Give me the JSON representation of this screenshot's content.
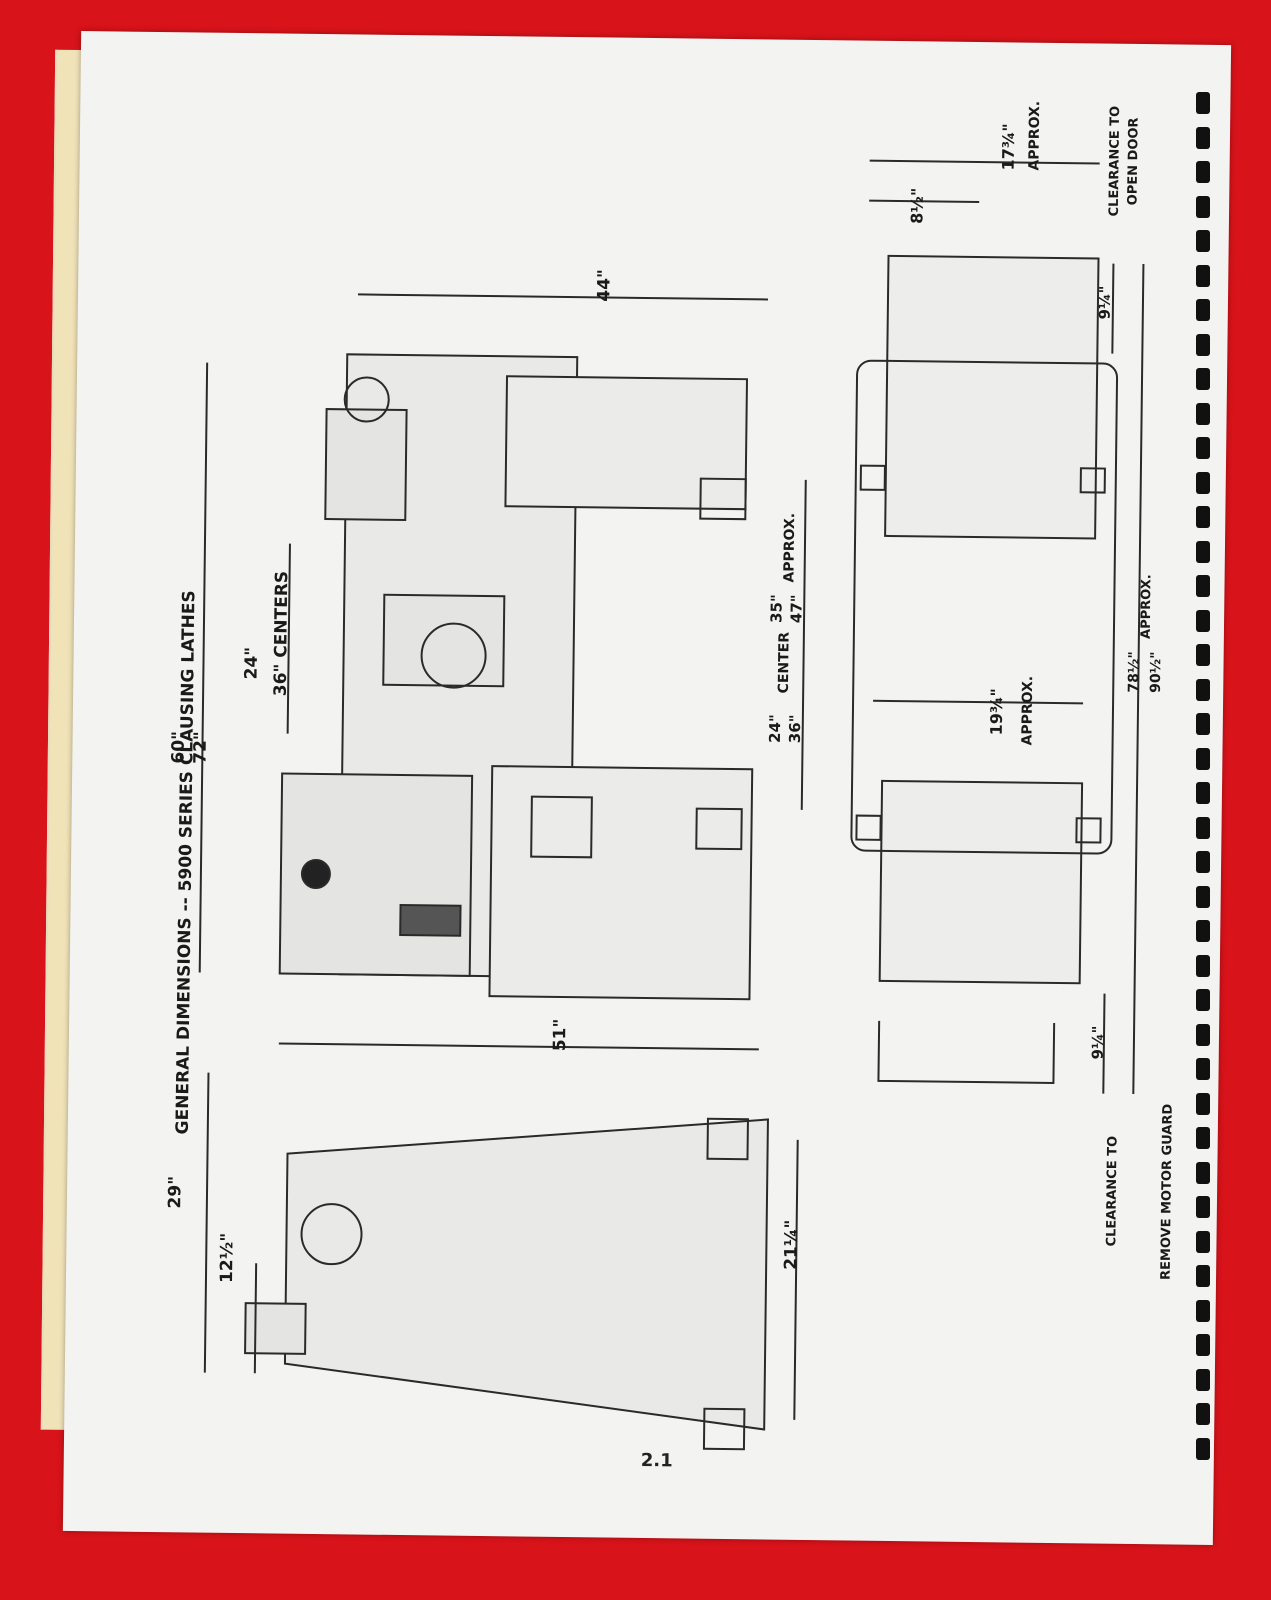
{
  "title": "GENERAL DIMENSIONS -- 5900 SERIES CLAUSING LATHES",
  "side_view": {
    "length": "44\"",
    "height_a": "60\"",
    "height_b": "72\"",
    "centers_a": "24\"",
    "centers_b": "36\" CENTERS",
    "base": "51\""
  },
  "end_view": {
    "height": "29\"",
    "spindle_height": "12½\"",
    "depth": "21¼\""
  },
  "floor_plan": {
    "door_clear": "17¾\"",
    "door_approx": "APPROX.",
    "door_label_1": "CLEARANCE TO",
    "door_label_2": "OPEN DOOR",
    "door_gap": "8½\"",
    "top_gap": "9¼\"",
    "center_a": "24\"",
    "center_b": "36\"",
    "center_word": "CENTER",
    "center_c": "35\"",
    "center_d": "47\"",
    "center_approx": "APPROX.",
    "overall_a": "78½\"",
    "overall_b": "90½\"",
    "overall_approx": "APPROX.",
    "motor_gap": "19¾\"",
    "motor_approx": "APPROX.",
    "bottom_gap": "9¼\"",
    "motor_label_1": "CLEARANCE TO",
    "motor_label_2": "REMOVE MOTOR GUARD"
  },
  "page_number": "2.1"
}
